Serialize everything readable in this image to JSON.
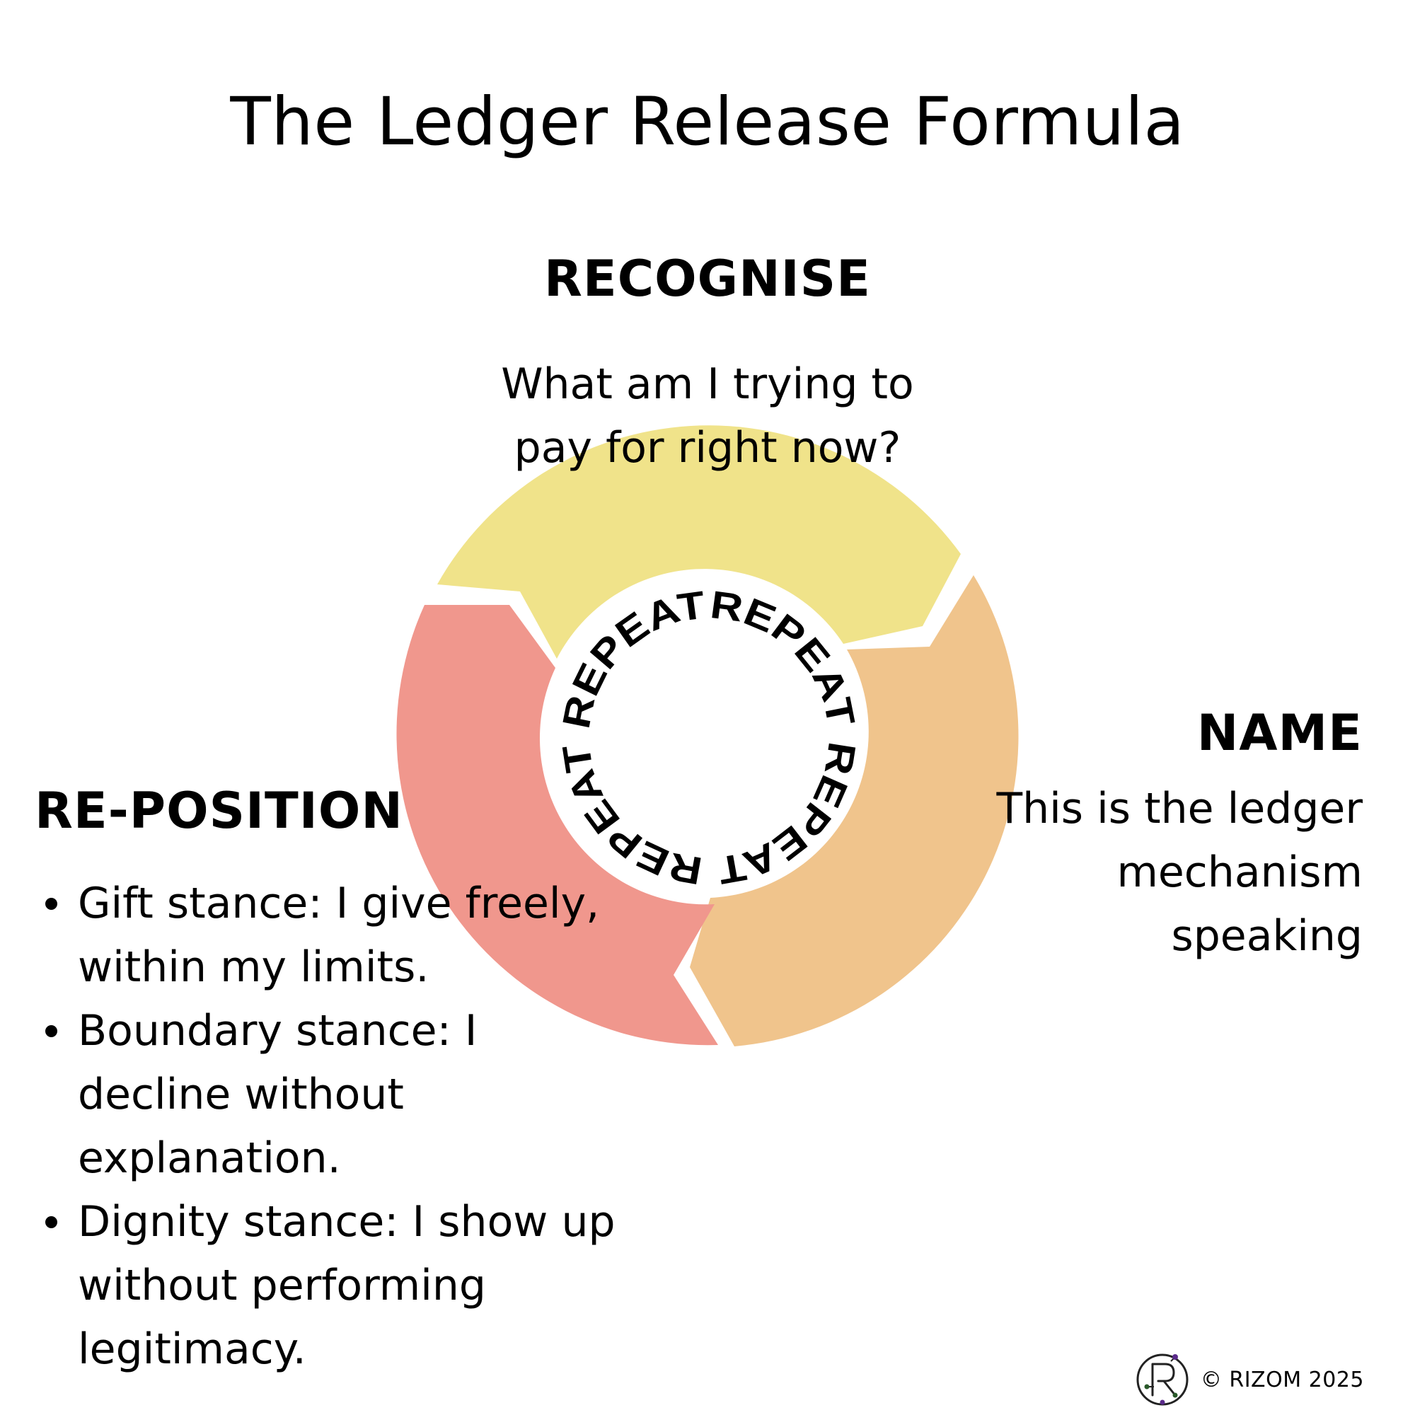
{
  "title": "The Ledger Release Formula",
  "cycle": {
    "center_word": "REPEAT",
    "colors": {
      "recognise": "#F0E38A",
      "name": "#F0C48C",
      "reposition": "#F0978D"
    }
  },
  "steps": {
    "recognise": {
      "heading": "RECOGNISE",
      "lines": [
        "What am I trying to",
        "pay for right now?"
      ]
    },
    "name": {
      "heading": "NAME",
      "lines": [
        "This is the ledger",
        "mechanism",
        "speaking"
      ]
    },
    "reposition": {
      "heading": "RE-POSITION",
      "bullets": [
        {
          "lines": [
            "Gift stance: I give freely,",
            "within my limits."
          ]
        },
        {
          "lines": [
            "Boundary stance: I",
            "decline without",
            "explanation."
          ]
        },
        {
          "lines": [
            "Dignity stance: I show up",
            "without performing",
            "legitimacy."
          ]
        }
      ]
    }
  },
  "footer": {
    "copyright": "© RIZOM 2025"
  }
}
